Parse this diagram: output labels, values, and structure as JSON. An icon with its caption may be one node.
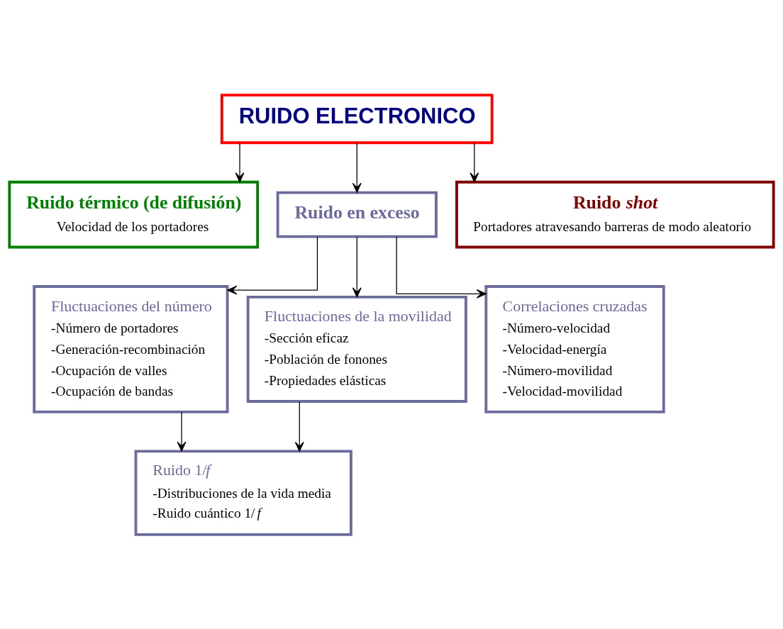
{
  "diagram": {
    "nodes": [
      {
        "text": [
          "RUIDO ELECTRONICO"
        ]
      },
      {
        "text": [
          "Ruido térmico (de difusión)",
          "Velocidad de los portadores"
        ]
      },
      {
        "text": [
          "Ruido en exceso"
        ]
      },
      {
        "text": [
          "Ruido *shot*",
          "Portadores atravesando barreras de modo aleatorio"
        ]
      },
      {
        "text": [
          "Fluctuaciones del número",
          "-Número de portadores",
          "-Generación-recombinación",
          "-Ocupación de valles",
          "-Ocupación de bandas"
        ]
      },
      {
        "text": [
          "Fluctuaciones de la movilidad",
          "-Sección eficaz",
          "-Población de fonones",
          "-Propiedades elásticas"
        ]
      },
      {
        "text": [
          "Correlaciones cruzadas",
          "-Número-velocidad",
          "-Velocidad-energía",
          "-Número-movilidad",
          "-Velocidad-movilidad"
        ]
      },
      {
        "text": [
          "Ruido 1/*f*",
          "-Distribuciones de la vida media",
          "-Ruido cuántico 1/*f*"
        ]
      }
    ],
    "edges": [
      {
        "from": 0,
        "to": 1,
        "arrow": "to"
      },
      {
        "from": 0,
        "to": 2,
        "arrow": "to"
      },
      {
        "from": 0,
        "to": 3,
        "arrow": "to"
      },
      {
        "from": 2,
        "to": 4,
        "arrow": "to"
      },
      {
        "from": 2,
        "to": 5,
        "arrow": "to"
      },
      {
        "from": 2,
        "to": 6,
        "arrow": "to"
      },
      {
        "from": 4,
        "to": 7,
        "arrow": "to"
      },
      {
        "from": 5,
        "to": 7,
        "arrow": "to"
      }
    ]
  }
}
